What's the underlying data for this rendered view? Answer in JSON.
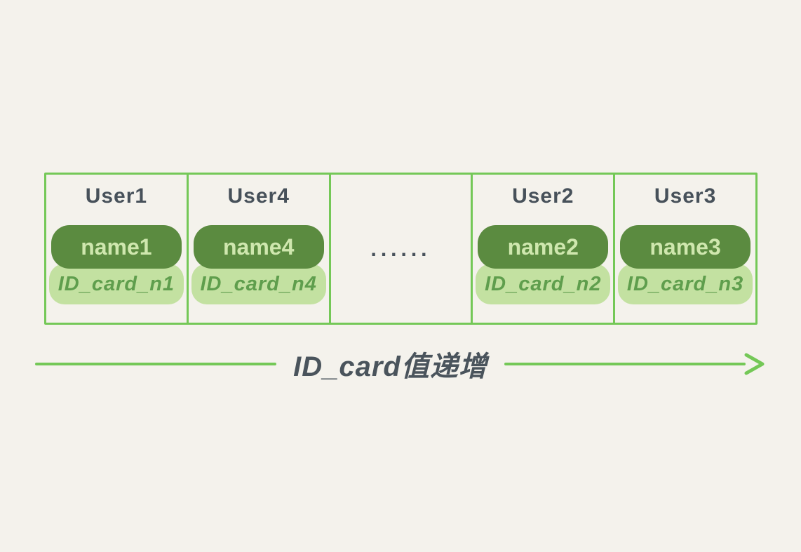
{
  "diagram": {
    "cells": [
      {
        "user": "User1",
        "name": "name1",
        "id_card": "ID_card_n1"
      },
      {
        "user": "User4",
        "name": "name4",
        "id_card": "ID_card_n4"
      },
      {
        "ellipsis": "......"
      },
      {
        "user": "User2",
        "name": "name2",
        "id_card": "ID_card_n2"
      },
      {
        "user": "User3",
        "name": "name3",
        "id_card": "ID_card_n3"
      }
    ],
    "arrow_label": "ID_card值递增",
    "colors": {
      "background": "#f4f2ec",
      "border_green": "#74c857",
      "pill_dark": "#5b8b40",
      "pill_dark_text": "#cfe7ae",
      "pill_light": "#c3e1a1",
      "pill_light_text": "#5f9e4d",
      "label_dark": "#47515a"
    }
  }
}
